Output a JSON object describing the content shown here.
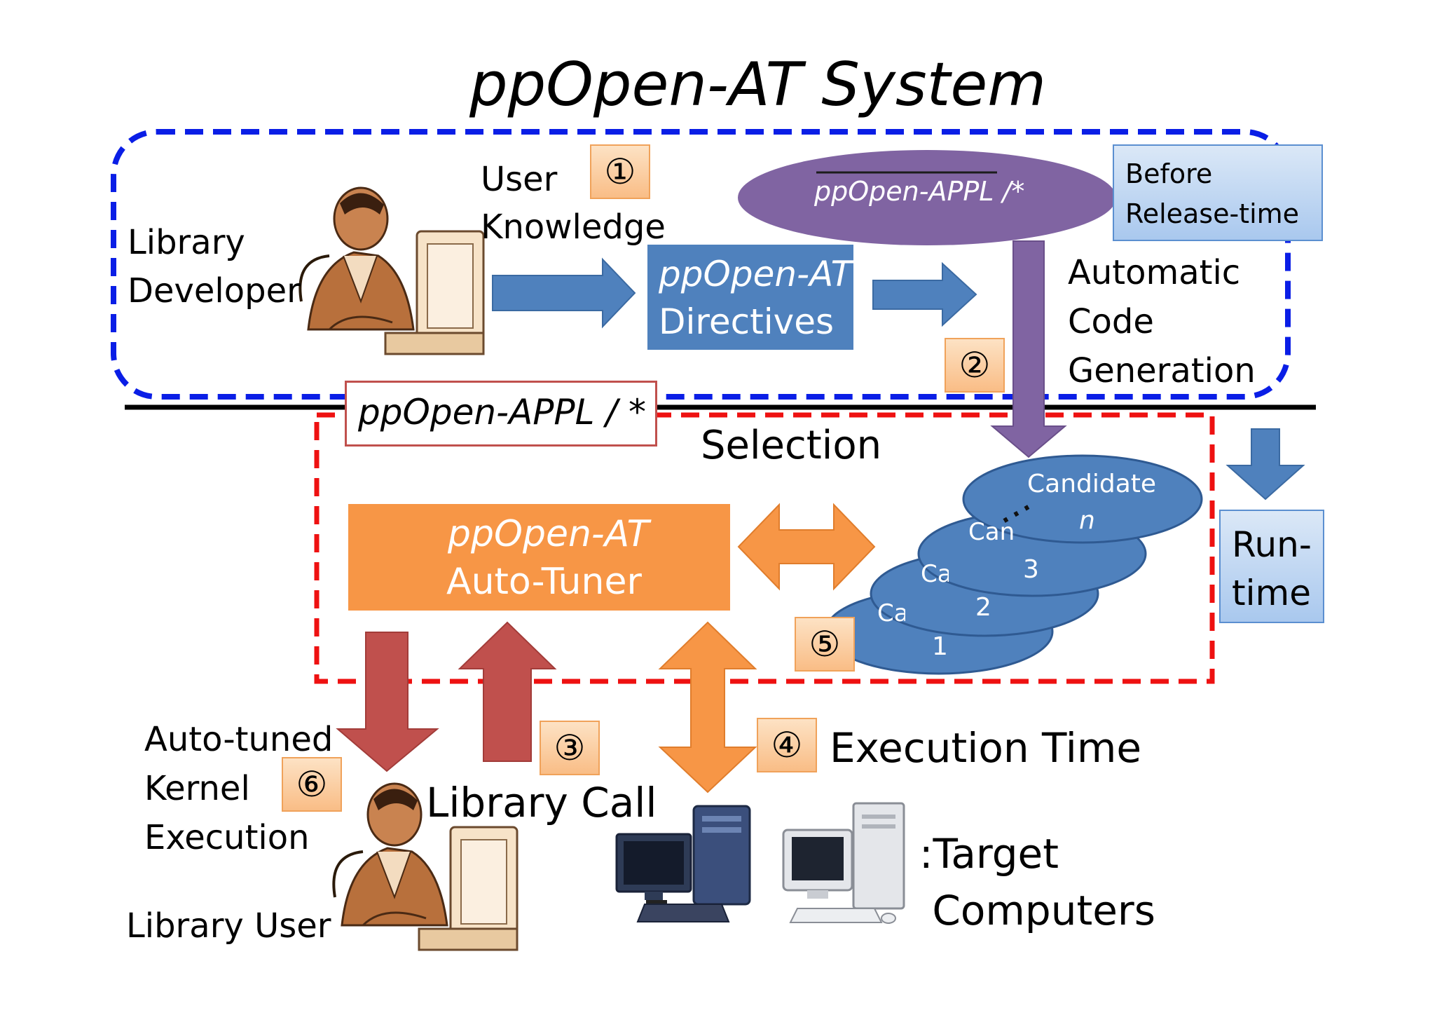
{
  "title": "ppOpen-AT System",
  "phases": {
    "before": "Before\nRelease-time",
    "run": "Run-\ntime"
  },
  "top": {
    "library_developer": "Library\nDeveloper",
    "user_knowledge": "User\nKnowledge",
    "directives_title": "ppOpen-AT",
    "directives_sub": "Directives",
    "appl_oval": "ppOpen-APPL /*",
    "automatic_codegen": "Automatic\nCode\nGeneration"
  },
  "bottom": {
    "appl_label": "ppOpen-APPL / *",
    "selection": "Selection",
    "autotuner_title": "ppOpen-AT",
    "autotuner_sub": "Auto-Tuner",
    "candidates": [
      {
        "label": "Candidate",
        "sub": "n"
      },
      {
        "label": "Candidate",
        "sub": "3"
      },
      {
        "label": "Candidate",
        "sub": "2"
      },
      {
        "label": "Candidate",
        "sub": "1"
      }
    ],
    "ellipsis": "…",
    "auto_tuned": "Auto-tuned\nKernel\nExecution",
    "library_call": "Library Call",
    "execution_time": "Execution Time",
    "library_user": "Library User",
    "target_computers": ":Target\n Computers"
  },
  "steps": [
    "①",
    "②",
    "③",
    "④",
    "⑤",
    "⑥"
  ],
  "colors": {
    "blue_dash": "#0a1ee6",
    "red_dash": "#ee1111",
    "arrow_blue": "#4f81bd",
    "arrow_purple": "#8064a2",
    "arrow_red": "#c0504d",
    "arrow_orange": "#f79646",
    "box_orange": "#f79646"
  },
  "icons": [
    "developer-icon",
    "user-icon",
    "tower-pc-icon",
    "desktop-pc-icon"
  ]
}
